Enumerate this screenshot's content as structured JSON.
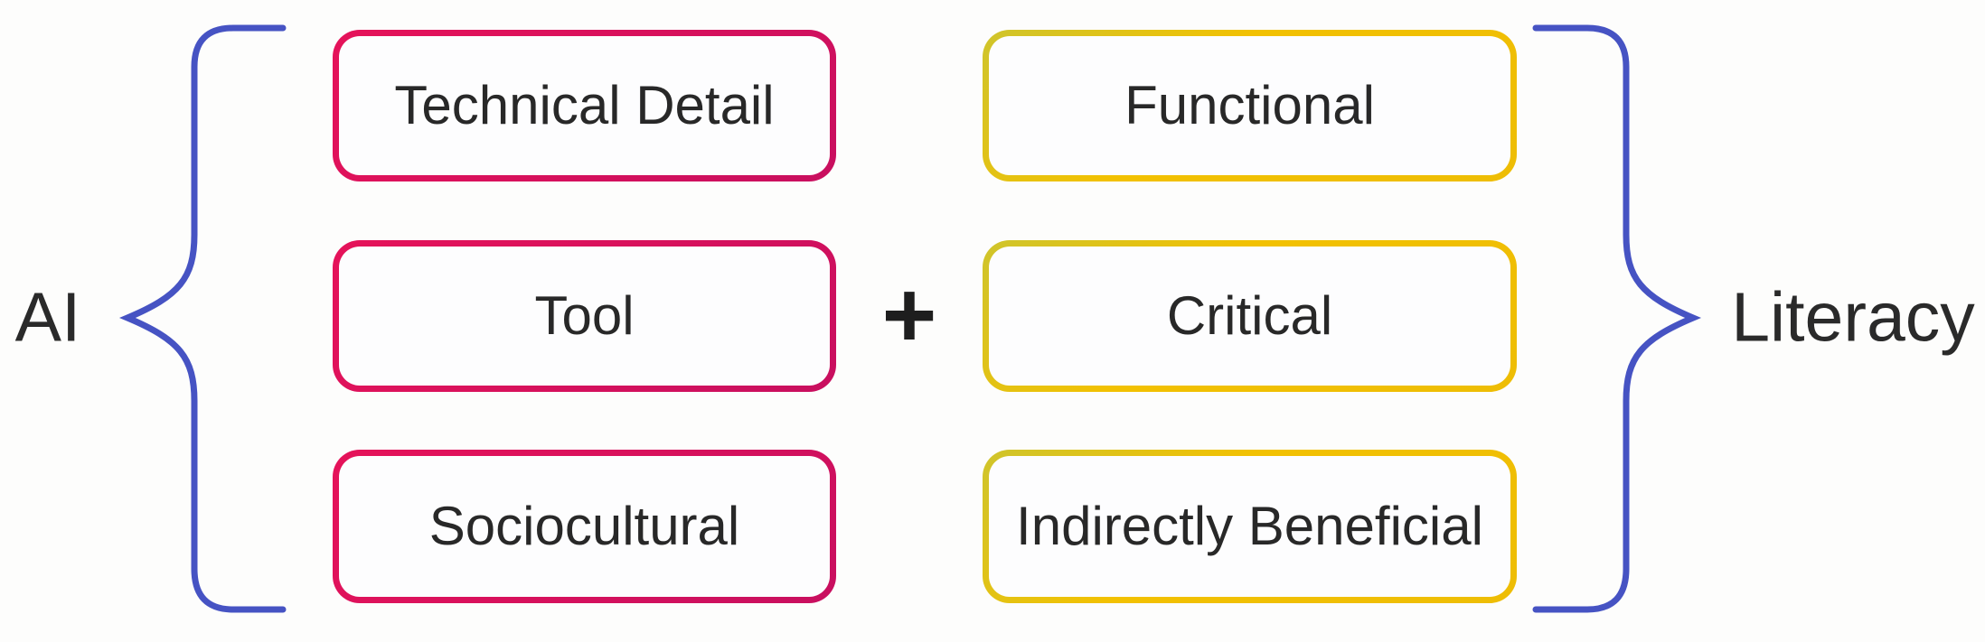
{
  "diagram": {
    "left_term": "AI",
    "right_term": "Literacy",
    "operator": "+",
    "left_group": {
      "boxes": [
        {
          "label": "Technical Detail"
        },
        {
          "label": "Tool"
        },
        {
          "label": "Sociocultural"
        }
      ]
    },
    "right_group": {
      "boxes": [
        {
          "label": "Functional"
        },
        {
          "label": "Critical"
        },
        {
          "label": "Indirectly Beneficial"
        }
      ]
    }
  },
  "colors": {
    "pink_border": "#d9115c",
    "pink_border_light": "#e5135a",
    "pink_border_dark": "#c80f5f",
    "yellow_border": "#f2c102",
    "yellow_border_olive": "#cfc42c",
    "brace_blue": "#4653c3",
    "text": "#282828",
    "box_fill": "#fdfdfe",
    "background": "#fdfdfc"
  }
}
